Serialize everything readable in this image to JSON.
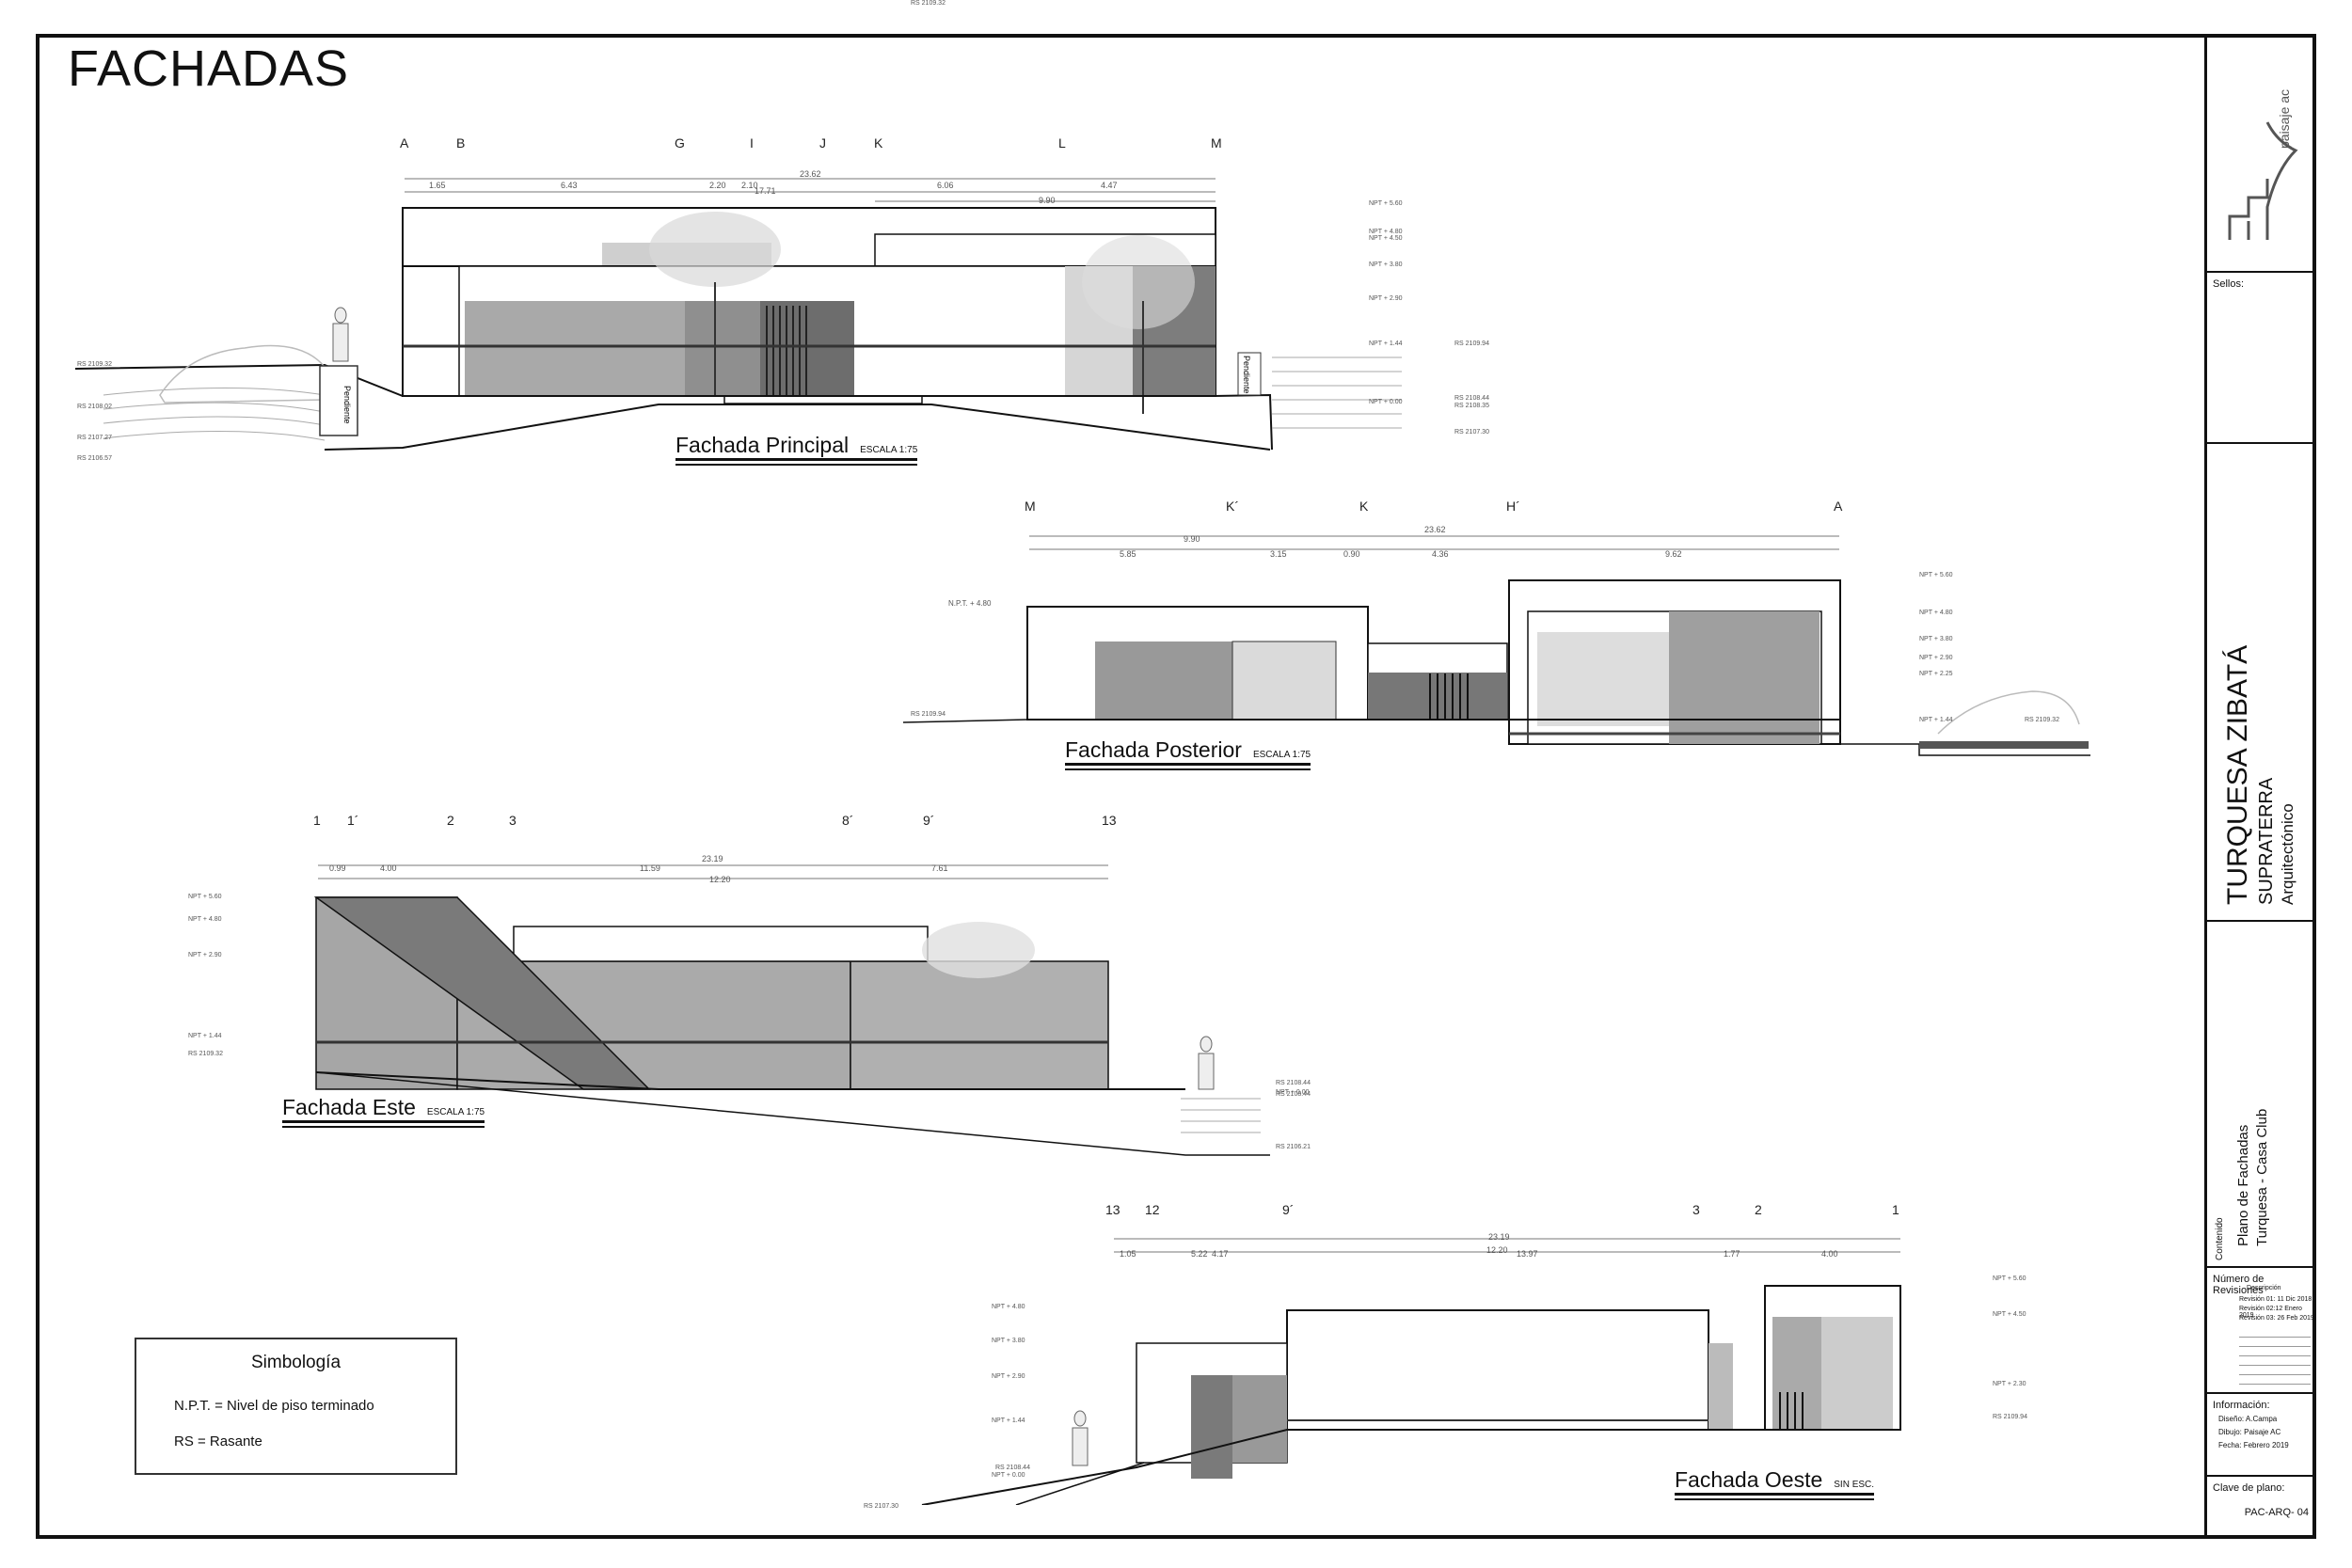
{
  "sheet": {
    "title": "FACHADAS"
  },
  "elevations": [
    {
      "id": "principal",
      "title": "Fachada Principal",
      "scale": "ESCALA 1:75",
      "axes": [
        "A",
        "B",
        "G",
        "I",
        "J",
        "K",
        "L",
        "M"
      ],
      "dims": [
        "1.65",
        "6.43",
        "2.20",
        "2.10",
        "6.06",
        "4.47"
      ],
      "total": "23.62",
      "sub": [
        "17.71",
        "9.90"
      ],
      "levels": [
        "NPT + 5.60",
        "NPT + 4.80",
        "NPT + 4.50",
        "NPT + 3.80",
        "NPT + 2.90",
        "NPT + 1.44",
        "NPT + 0.00"
      ],
      "rs": [
        "RS 2109.32",
        "RS 2108.02",
        "RS 2107.27",
        "RS 2106.57",
        "RS 2109.94",
        "RS 2108.44",
        "RS 2108.35",
        "RS 2107.30"
      ],
      "bench": "Pendiente"
    },
    {
      "id": "posterior",
      "title": "Fachada Posterior",
      "scale": "ESCALA 1:75",
      "axes": [
        "M",
        "K´",
        "K",
        "H´",
        "A"
      ],
      "dims": [
        "5.85",
        "3.15",
        "0.90",
        "4.36",
        "9.62"
      ],
      "total": "23.62",
      "sub": [
        "9.90"
      ],
      "left_level": "N.P.T. + 4.80",
      "levels": [
        "NPT + 5.60",
        "NPT + 4.80",
        "NPT + 3.80",
        "NPT + 2.90",
        "NPT + 2.25",
        "NPT + 1.44"
      ],
      "rs": [
        "RS 2109.94",
        "RS 2109.32"
      ]
    },
    {
      "id": "este",
      "title": "Fachada Este",
      "scale": "ESCALA 1:75",
      "axes": [
        "1",
        "1´",
        "2",
        "3",
        "8´",
        "9´",
        "13"
      ],
      "dims": [
        "0.99",
        "4.00",
        "11.59",
        "7.61"
      ],
      "total": "23.19",
      "sub": [
        "12.20"
      ],
      "levels": [
        "NPT + 5.60",
        "NPT + 4.80",
        "NPT + 2.90",
        "NPT + 1.44"
      ],
      "rs": [
        "RS 2109.32",
        "RS 2108.44",
        "RS 2108.44",
        "RS 2106.21"
      ],
      "npt0": "NPT + 0.00"
    },
    {
      "id": "oeste",
      "title": "Fachada Oeste",
      "scale": "SIN ESC.",
      "axes": [
        "13",
        "12",
        "9´",
        "3",
        "2",
        "1"
      ],
      "dims": [
        "1.05",
        "5.22",
        "4.17",
        "13.97",
        "1.77",
        "4.00"
      ],
      "total": "23.19",
      "sub": [
        "12.20"
      ],
      "levels": [
        "NPT + 4.80",
        "NPT + 3.80",
        "NPT + 2.90",
        "NPT + 1.44",
        "NPT + 0.00"
      ],
      "right_levels": [
        "NPT + 5.60",
        "NPT + 4.50",
        "NPT + 2.30"
      ],
      "rs": [
        "RS 2108.44",
        "RS 2107.30",
        "RS 2109.94"
      ]
    }
  ],
  "legend": {
    "title": "Simbología",
    "items": [
      "N.P.T. = Nivel de piso terminado",
      "RS = Rasante"
    ]
  },
  "title_block": {
    "logo_text": "paisaje ac",
    "seals_label": "Sellos:",
    "project": "TURQUESA ZIBATÁ",
    "client": "SUPRATERRA",
    "discipline": "Arquitectónico",
    "content_label": "Contenido",
    "content_1": "Plano de Fachadas",
    "content_2": "Turquesa - Casa Club",
    "revisions_label": "Número de Revisiones",
    "revisions_desc": "Descripción",
    "revisions": [
      "Revisión 01: 11 Dic 2018",
      "Revisión 02:12 Enero 2019",
      "Revisión 03: 26 Feb 2019"
    ],
    "info_label": "Información:",
    "info": [
      {
        "k": "Diseño:",
        "v": "A.Campa"
      },
      {
        "k": "Dibujo:",
        "v": "Paisaje AC"
      },
      {
        "k": "Fecha:",
        "v": "Febrero 2019"
      }
    ],
    "key_label": "Clave de plano:",
    "key": "PAC-ARQ- 04"
  }
}
